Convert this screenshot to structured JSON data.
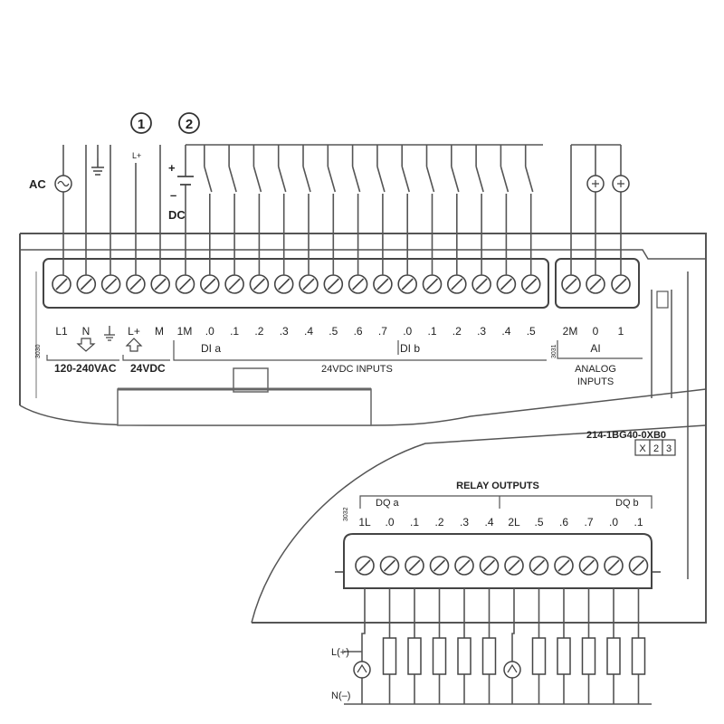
{
  "callouts": [
    "1",
    "2"
  ],
  "power": {
    "ac": "AC",
    "dc_plus": "+",
    "dc_minus": "–",
    "dc": "DC",
    "l_plus": "L+"
  },
  "top_labels": {
    "l1": "L1",
    "n": "N",
    "l_plus": "L+",
    "m": "M",
    "one_m": "1M",
    "ac_range": "120-240VAC",
    "dc_24": "24VDC",
    "inputs_24vdc": "24VDC INPUTS",
    "dia": "DI a",
    "dib": "DI b",
    "ai_2m": "2M",
    "ai_0": "0",
    "ai_1": "1",
    "ai": "AI",
    "analog_inputs_1": "ANALOG",
    "analog_inputs_2": "INPUTS",
    "side_code_left": "3030",
    "side_code_mid": "3031"
  },
  "di_a_channels": [
    ".0",
    ".1",
    ".2",
    ".3",
    ".4",
    ".5",
    ".6",
    ".7"
  ],
  "di_b_channels": [
    ".0",
    ".1",
    ".2",
    ".3",
    ".4",
    ".5"
  ],
  "model": {
    "part_number": "214-1BG40-0XB0",
    "version": [
      "X",
      "2",
      "3"
    ]
  },
  "relay": {
    "title": "RELAY OUTPUTS",
    "dqa": "DQ a",
    "dqb": "DQ b",
    "side_code": "3032",
    "one_l": "1L",
    "two_l": "2L",
    "dqa_channels": [
      ".0",
      ".1",
      ".2",
      ".3",
      ".4"
    ],
    "dqb_channels": [
      ".5",
      ".6",
      ".7",
      ".0",
      ".1"
    ],
    "l_plus_label": "L(+)",
    "n_minus_label": "N(–)"
  }
}
